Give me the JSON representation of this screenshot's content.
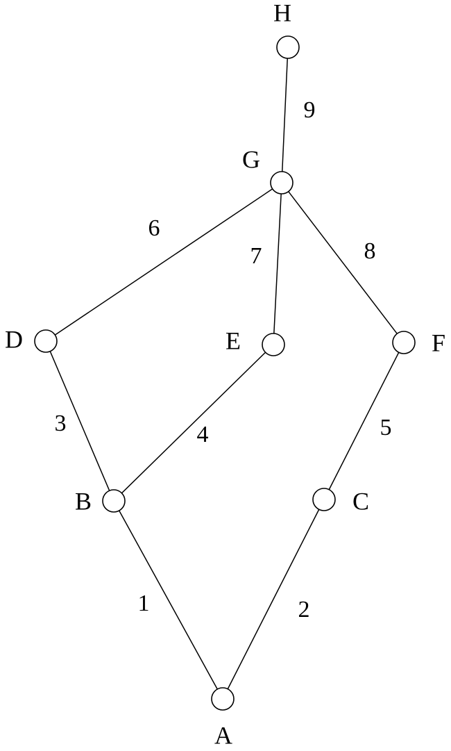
{
  "diagram": {
    "nodes": [
      {
        "id": "H",
        "label": "H"
      },
      {
        "id": "G",
        "label": "G"
      },
      {
        "id": "D",
        "label": "D"
      },
      {
        "id": "E",
        "label": "E"
      },
      {
        "id": "F",
        "label": "F"
      },
      {
        "id": "B",
        "label": "B"
      },
      {
        "id": "C",
        "label": "C"
      },
      {
        "id": "A",
        "label": "A"
      }
    ],
    "edges": [
      {
        "from": "B",
        "to": "A",
        "label": "1"
      },
      {
        "from": "C",
        "to": "A",
        "label": "2"
      },
      {
        "from": "D",
        "to": "B",
        "label": "3"
      },
      {
        "from": "E",
        "to": "B",
        "label": "4"
      },
      {
        "from": "F",
        "to": "C",
        "label": "5"
      },
      {
        "from": "G",
        "to": "D",
        "label": "6"
      },
      {
        "from": "G",
        "to": "E",
        "label": "7"
      },
      {
        "from": "G",
        "to": "F",
        "label": "8"
      },
      {
        "from": "H",
        "to": "G",
        "label": "9"
      }
    ]
  }
}
